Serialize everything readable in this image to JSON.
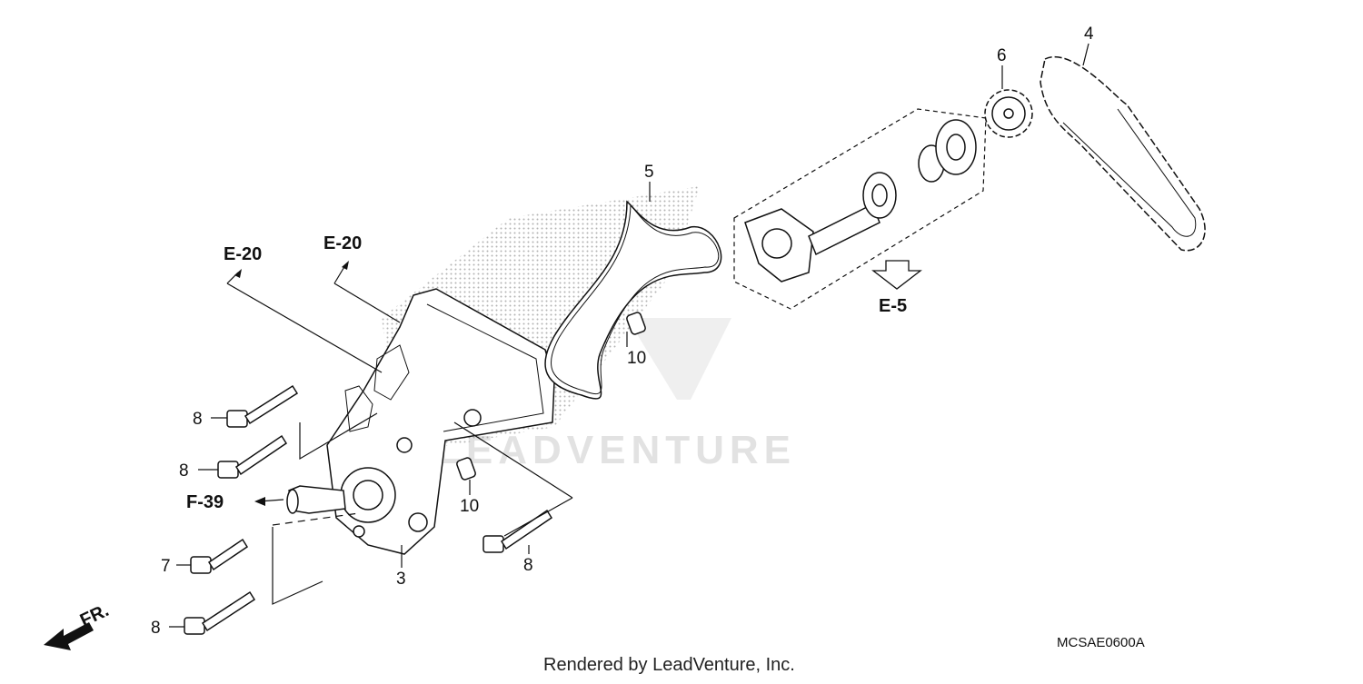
{
  "diagram": {
    "callouts": {
      "c4": "4",
      "c5": "5",
      "c6": "6",
      "c3": "3",
      "c7": "7",
      "c8a": "8",
      "c8b": "8",
      "c8c": "8",
      "c8d": "8",
      "c10a": "10",
      "c10b": "10"
    },
    "references": {
      "e20_left": "E-20",
      "e20_right": "E-20",
      "e5": "E-5",
      "f39": "F-39"
    },
    "front_marker": "FR.",
    "diagram_code": "MCSAE0600A",
    "credit": "Rendered by LeadVenture, Inc.",
    "watermark": "LEADVENTURE"
  }
}
